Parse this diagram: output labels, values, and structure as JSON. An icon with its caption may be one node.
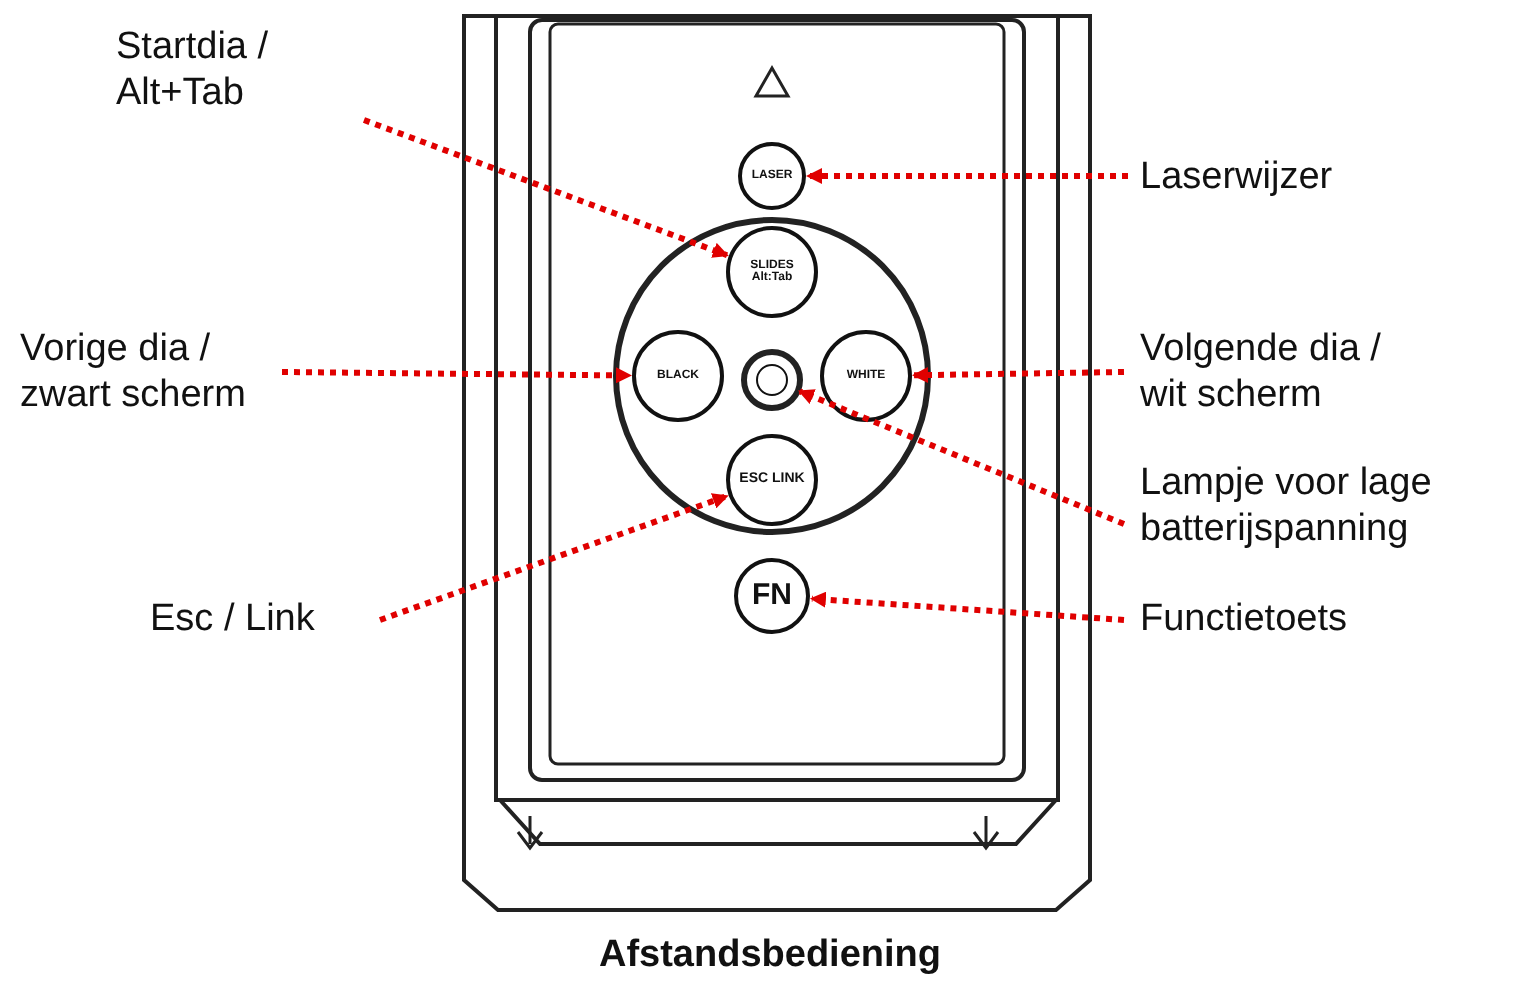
{
  "diagram": {
    "caption": "Afstandsbediening",
    "nodes": [
      {
        "text": [
          "Startdia / Alt+Tab"
        ]
      },
      {
        "text": [
          "Laserwijzer"
        ]
      },
      {
        "text": [
          "Vorige dia / zwart scherm"
        ]
      },
      {
        "text": [
          "Volgende dia / wit scherm"
        ]
      },
      {
        "text": [
          "Lampje voor lage batterijspanning"
        ]
      },
      {
        "text": [
          "Esc / Link"
        ]
      },
      {
        "text": [
          "Functietoets"
        ]
      },
      {
        "text": [
          "LASER"
        ]
      },
      {
        "text": [
          "SLIDES Alt:Tab"
        ]
      },
      {
        "text": [
          "BLACK"
        ]
      },
      {
        "text": [
          "WHITE"
        ]
      },
      {
        "text": [],
        "shape": "circle"
      },
      {
        "text": [
          "ESC LINK"
        ]
      },
      {
        "text": [
          "FN"
        ]
      }
    ],
    "edges": [
      {
        "from": 0,
        "to": 8,
        "arrow": "to",
        "style": "dashed"
      },
      {
        "from": 1,
        "to": 7,
        "arrow": "to",
        "style": "dashed"
      },
      {
        "from": 2,
        "to": 9,
        "arrow": "to",
        "style": "dashed"
      },
      {
        "from": 3,
        "to": 10,
        "arrow": "to",
        "style": "dashed"
      },
      {
        "from": 4,
        "to": 11,
        "arrow": "to",
        "style": "dashed"
      },
      {
        "from": 5,
        "to": 12,
        "arrow": "to",
        "style": "dashed"
      },
      {
        "from": 6,
        "to": 13,
        "arrow": "to",
        "style": "dashed"
      }
    ]
  }
}
